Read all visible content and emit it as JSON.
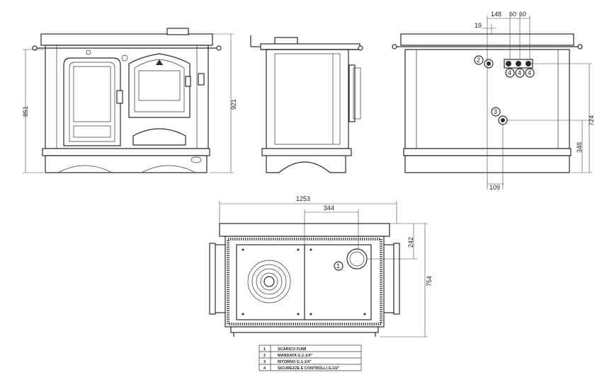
{
  "dimensions": {
    "front_height": "851",
    "side_height": "921",
    "back_top_1": "148",
    "back_top_2": "60",
    "back_top_3": "60",
    "back_left": "19",
    "back_h1": "724",
    "back_h2": "348",
    "back_bottom": "109",
    "top_width": "1253",
    "top_offset": "344",
    "top_depth1": "242",
    "top_depth2": "754"
  },
  "callouts": {
    "c1": "1",
    "c2": "2",
    "c3": "3",
    "c4a": "4",
    "c4b": "4",
    "c4c": "4"
  },
  "legend": [
    {
      "num": "1",
      "text": "SCARICO FUMI"
    },
    {
      "num": "2",
      "text": "MANDATA G.1-1/4\""
    },
    {
      "num": "3",
      "text": "RITORNO G.1-1/4\""
    },
    {
      "num": "4",
      "text": "SICUREZZE E CONTROLLI G.1/2\""
    }
  ]
}
